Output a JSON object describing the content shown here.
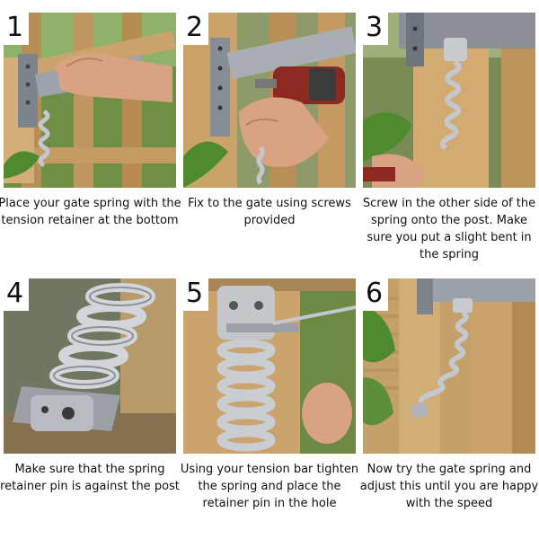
{
  "steps": [
    {
      "number": "1",
      "caption": "Place your gate spring with the tension retainer at the bottom"
    },
    {
      "number": "2",
      "caption": "Fix to the gate using screws provided"
    },
    {
      "number": "3",
      "caption": "Screw in the other side of the spring onto the post. Make sure you put a slight bent in the spring"
    },
    {
      "number": "4",
      "caption": "Make sure that the spring retainer pin is against the post"
    },
    {
      "number": "5",
      "caption": "Using your tension bar tighten the spring and place the retainer pin in the hole"
    },
    {
      "number": "6",
      "caption": "Now try the gate spring and adjust this until you are happy with the speed"
    }
  ],
  "colors": {
    "wood": "#c9a36a",
    "wood_dark": "#9a7548",
    "metal": "#b8bcc2",
    "foliage": "#5d8f3a",
    "skin": "#d9a283",
    "drill": "#8c2a22"
  }
}
